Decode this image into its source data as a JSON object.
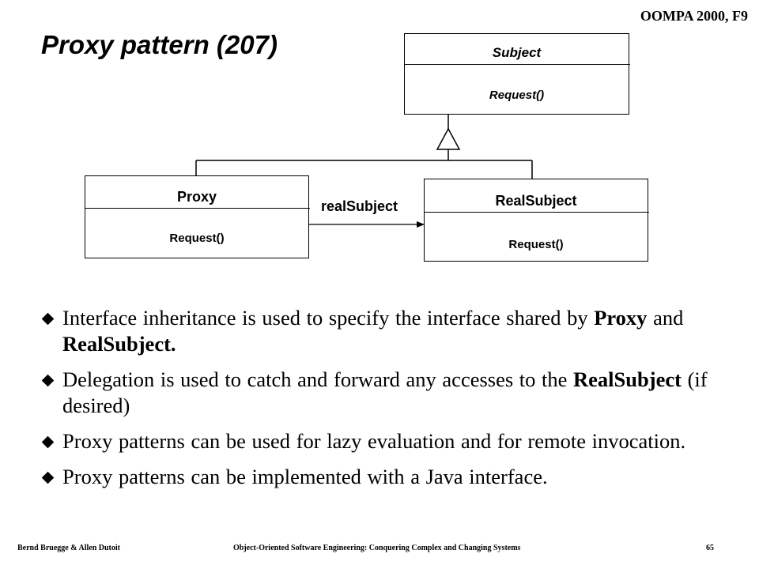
{
  "header": {
    "course": "OOMPA 2000, F9"
  },
  "slide": {
    "title": "Proxy pattern (207)"
  },
  "diagram": {
    "subject": {
      "name": "Subject",
      "operation": "Request()"
    },
    "proxy": {
      "name": "Proxy",
      "operation": "Request()"
    },
    "real_subject": {
      "name": "RealSubject",
      "operation": "Request()"
    },
    "association_label": "realSubject"
  },
  "bullets": [
    {
      "parts": [
        {
          "text": "Interface inheritance is used to specify the interface shared by "
        },
        {
          "text": "Proxy",
          "bold": true
        },
        {
          "text": " and "
        },
        {
          "text": "RealSubject.",
          "bold": true
        }
      ]
    },
    {
      "parts": [
        {
          "text": "Delegation is used to catch and forward any accesses to the "
        },
        {
          "text": "RealSubject",
          "bold": true
        },
        {
          "text": " (if desired)"
        }
      ]
    },
    {
      "parts": [
        {
          "text": "Proxy patterns can be used for lazy evaluation and for remote invocation."
        }
      ]
    },
    {
      "parts": [
        {
          "text": "Proxy patterns can be implemented with a Java interface."
        }
      ]
    }
  ],
  "footer": {
    "authors": "Bernd Bruegge & Allen Dutoit",
    "book": "Object-Oriented Software Engineering: Conquering Complex and Changing Systems",
    "page": "65"
  }
}
